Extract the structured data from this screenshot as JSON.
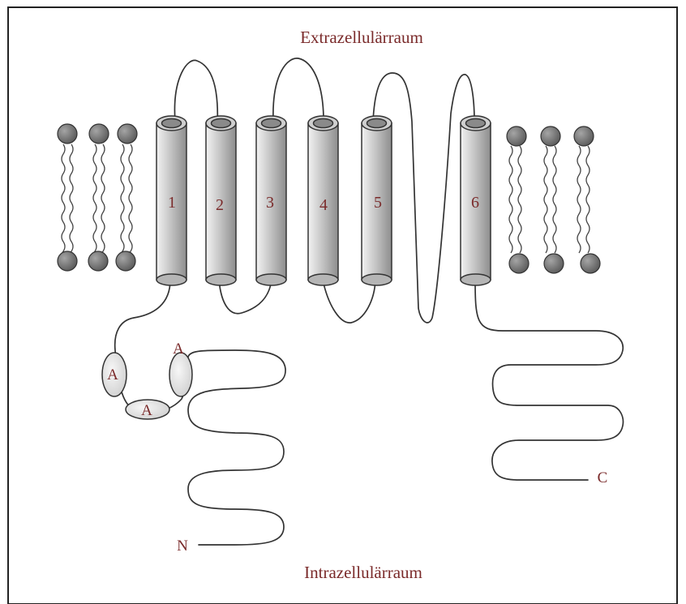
{
  "diagram": {
    "region_top": "Extrazellulärraum",
    "region_bottom": "Intrazellulärraum",
    "helices": [
      {
        "label": "1"
      },
      {
        "label": "2"
      },
      {
        "label": "3"
      },
      {
        "label": "4"
      },
      {
        "label": "5"
      },
      {
        "label": "6"
      }
    ],
    "motif_label": "A",
    "n_terminus": "N",
    "c_terminus": "C",
    "colors": {
      "label": "#7a2a2a",
      "line": "#333333",
      "head_fill": "#7d7d7d",
      "cylinder_fill": "#c9c9c9"
    }
  }
}
